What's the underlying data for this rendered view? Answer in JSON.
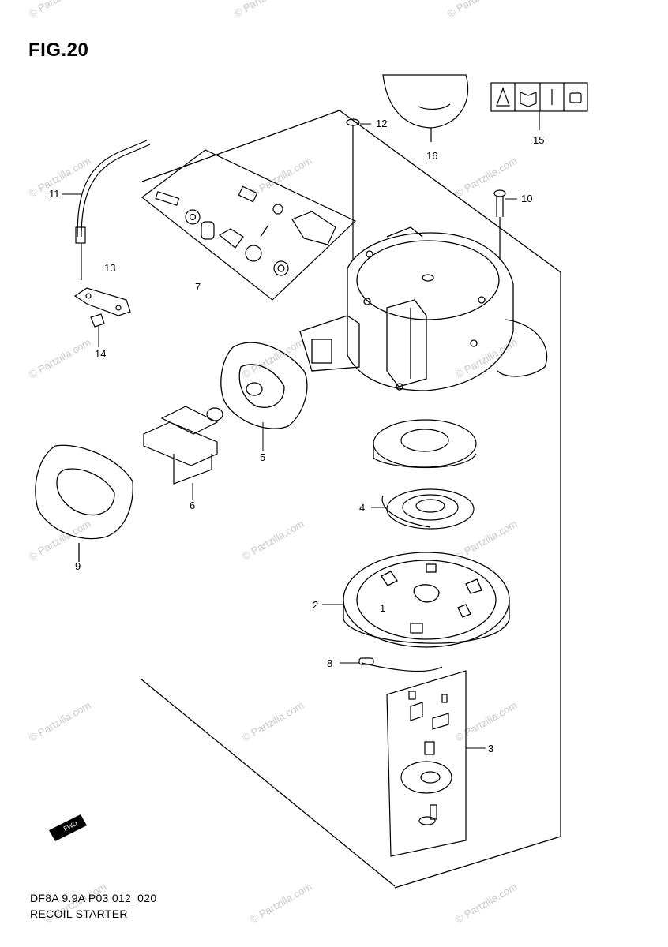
{
  "figure": {
    "title": "FIG.20",
    "code": "DF8A 9.9A P03 012_020",
    "name": "RECOIL STARTER"
  },
  "watermark": "© Partzilla.com",
  "callouts": [
    "1",
    "2",
    "3",
    "4",
    "5",
    "6",
    "7",
    "8",
    "9",
    "10",
    "11",
    "12",
    "13",
    "14",
    "15",
    "16"
  ],
  "forward_arrow_label": "FWD",
  "colors": {
    "line": "#000000",
    "watermark": "#c8c8c8",
    "background": "#ffffff"
  }
}
